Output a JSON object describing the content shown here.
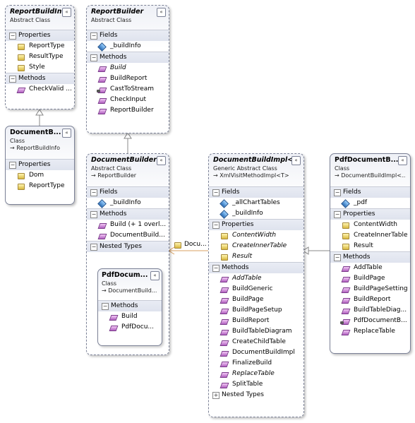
{
  "report_build_info": {
    "title": "ReportBuildInfo",
    "kind": "Abstract Class",
    "properties_label": "Properties",
    "properties": [
      "ReportType",
      "ResultType",
      "Style"
    ],
    "methods_label": "Methods",
    "methods": [
      "CheckValid ..."
    ]
  },
  "report_builder": {
    "title": "ReportBuilder",
    "kind": "Abstract Class",
    "fields_label": "Fields",
    "fields": [
      "_buildInfo"
    ],
    "methods_label": "Methods",
    "methods": [
      "Build",
      "BuildReport",
      "CastToStream",
      "CheckInput",
      "ReportBuilder"
    ]
  },
  "document_build_info": {
    "title": "DocumentB...",
    "kind": "Class",
    "base": "ReportBuildInfo",
    "properties_label": "Properties",
    "properties": [
      "Dom",
      "ReportType"
    ]
  },
  "document_builder": {
    "title": "DocumentBuilder",
    "kind": "Abstract Class",
    "base": "ReportBuilder",
    "fields_label": "Fields",
    "fields": [
      "_buildInfo"
    ],
    "methods_label": "Methods",
    "methods": [
      "Build (+ 1 overl...",
      "DocumentBuild..."
    ],
    "nested_label": "Nested Types"
  },
  "pdf_document_nested": {
    "title": "PdfDocum...",
    "kind": "Class",
    "base": "DocumentBuild...",
    "methods_label": "Methods",
    "methods": [
      "Build",
      "PdfDocu..."
    ]
  },
  "document_build_impl": {
    "title": "DocumentBuildImpl<T>",
    "kind": "Generic Abstract Class",
    "base": "XmlVisitMethodImpl<T>",
    "fields_label": "Fields",
    "fields": [
      "_allChartTables",
      "_buildInfo"
    ],
    "properties_label": "Properties",
    "properties": [
      "ContentWidth",
      "CreateInnerTable",
      "Result"
    ],
    "methods_label": "Methods",
    "methods": [
      "AddTable",
      "BuildGeneric",
      "BuildPage",
      "BuildPageSetup",
      "BuildReport",
      "BuildTableDiagram",
      "CreateChildTable",
      "DocumentBuildImpl",
      "FinalizeBuild",
      "ReplaceTable",
      "SplitTable"
    ],
    "nested_label": "Nested Types"
  },
  "pdf_document_builder": {
    "title": "PdfDocumentB...",
    "kind": "Class",
    "base": "DocumentBuildImpl<...",
    "fields_label": "Fields",
    "fields": [
      "_pdf"
    ],
    "properties_label": "Properties",
    "properties": [
      "ContentWidth",
      "CreateInnerTable",
      "Result"
    ],
    "methods_label": "Methods",
    "methods": [
      "AddTable",
      "BuildPage",
      "BuildPageSetting",
      "BuildReport",
      "BuildTableDiag...",
      "PdfDocumentB...",
      "ReplaceTable"
    ]
  },
  "association_label": "Docu...",
  "collapse_glyph": "«",
  "expand_glyph": "+",
  "minus_glyph": "−",
  "inherit_arrow": "→"
}
